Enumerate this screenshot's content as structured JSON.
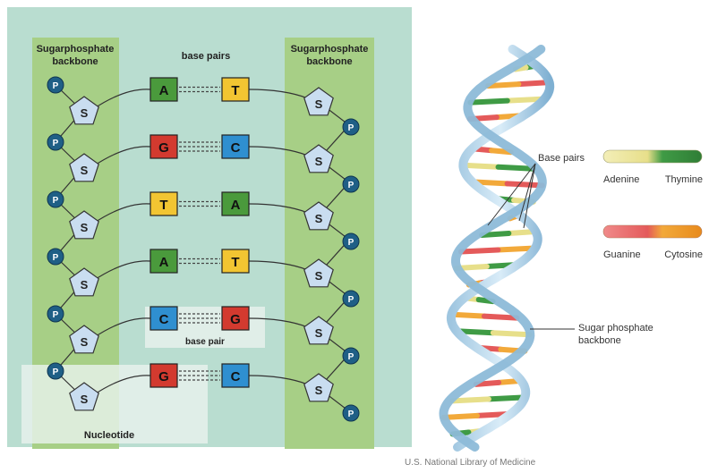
{
  "left_panel": {
    "left_backbone_title": [
      "Sugarphosphate",
      "backbone"
    ],
    "right_backbone_title": [
      "Sugarphosphate",
      "backbone"
    ],
    "base_pairs_title": "base pairs",
    "phosphate_symbol": "P",
    "sugar_symbol": "S",
    "pairs": [
      {
        "left": "A",
        "right": "T"
      },
      {
        "left": "G",
        "right": "C"
      },
      {
        "left": "T",
        "right": "A"
      },
      {
        "left": "A",
        "right": "T"
      },
      {
        "left": "C",
        "right": "G"
      },
      {
        "left": "G",
        "right": "C"
      }
    ],
    "base_pair_label": "base pair",
    "nucleotide_label": "Nucleotide"
  },
  "right_panel": {
    "base_pairs_label": "Base pairs",
    "backbone_label": [
      "Sugar phosphate",
      "backbone"
    ],
    "legend": [
      {
        "left": "Adenine",
        "right": "Thymine"
      },
      {
        "left": "Guanine",
        "right": "Cytosine"
      }
    ],
    "credit": "U.S. National Library of Medicine"
  },
  "colors": {
    "panel_bg": "#b9ddd0",
    "backbone_strip": "#a7cf86",
    "adenine": "#4a9a3c",
    "thymine": "#f2c532",
    "guanine": "#d33a2f",
    "cytosine": "#2f8fd0",
    "phosphate": "#1f5f86",
    "sugar": "#c9ddf0"
  }
}
